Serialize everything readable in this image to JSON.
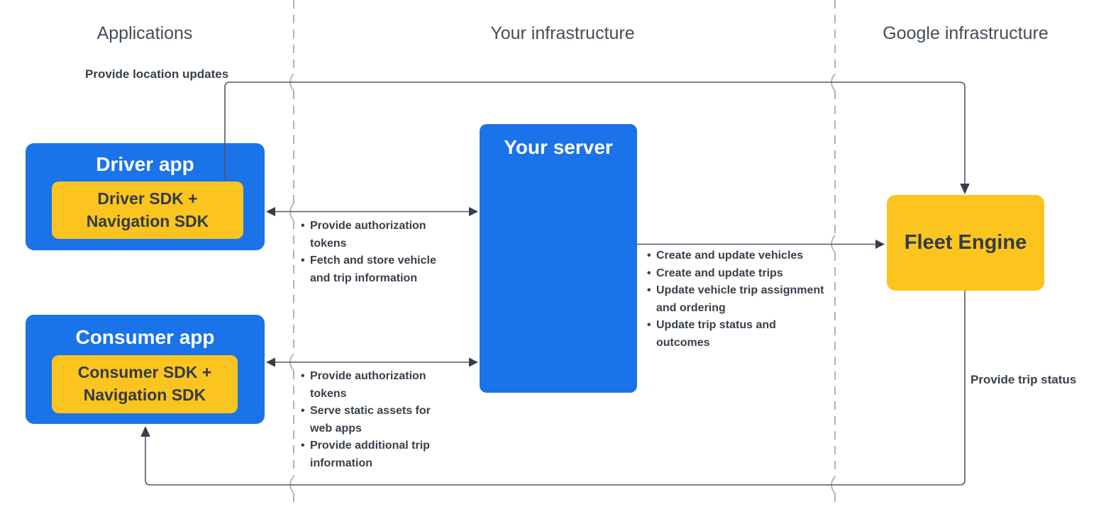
{
  "columns": [
    {
      "label": "Applications"
    },
    {
      "label": "Your infrastructure"
    },
    {
      "label": "Google infrastructure"
    }
  ],
  "nodes": {
    "driver_app": {
      "title": "Driver app",
      "sdk": "Driver SDK + Navigation SDK"
    },
    "consumer_app": {
      "title": "Consumer app",
      "sdk": "Consumer SDK + Navigation SDK"
    },
    "your_server": {
      "title": "Your server"
    },
    "fleet_engine": {
      "title": "Fleet Engine"
    }
  },
  "edges": {
    "location_updates": {
      "label": "Provide location updates"
    },
    "driver_server": {
      "bullets": [
        "Provide authorization tokens",
        "Fetch and store vehicle and trip information"
      ]
    },
    "server_fleet": {
      "bullets": [
        "Create and update vehicles",
        "Create and update trips",
        "Update vehicle trip assignment and ordering",
        "Update trip status and outcomes"
      ]
    },
    "consumer_server": {
      "bullets": [
        "Provide authorization tokens",
        "Serve static assets for web apps",
        "Provide additional trip information"
      ]
    },
    "trip_status": {
      "label": "Provide trip status"
    }
  },
  "colors": {
    "node_blue": "#1a73e8",
    "node_yellow": "#fcc41e",
    "solid_line": "#4e5866",
    "arrowhead": "#353e4a",
    "dashed_divider": "#abb3bd",
    "dark_text": "#37414b",
    "header_text": "#424e5a",
    "white_text": "#ffffff"
  }
}
